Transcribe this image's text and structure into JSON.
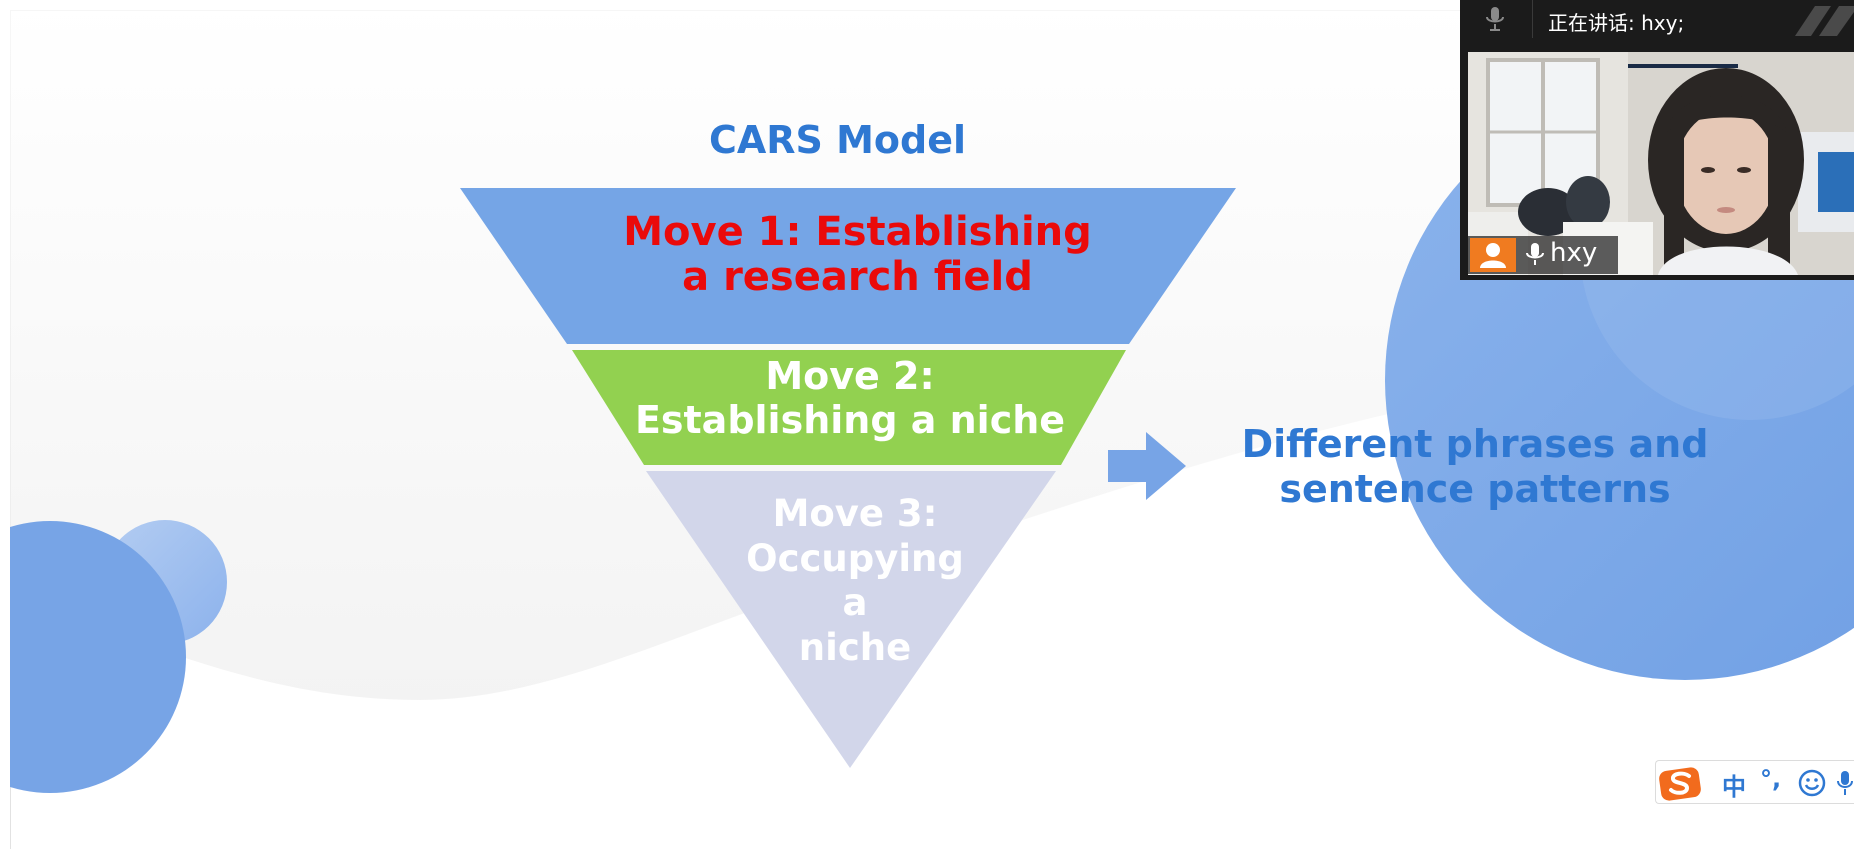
{
  "slide": {
    "title": "CARS Model",
    "moves": [
      {
        "line1": "Move 1: Establishing",
        "line2": "a research field",
        "color": "#75a5e6",
        "text_color": "#ea0a0a"
      },
      {
        "line1": "Move 2:",
        "line2": "Establishing a niche",
        "color": "#92d150",
        "text_color": "#ffffff"
      },
      {
        "line1": "Move 3:",
        "line2": "Occupying",
        "line3": "a",
        "line4": "niche",
        "color": "#d2d6ea",
        "text_color": "#ffffff"
      }
    ],
    "result": {
      "line1": "Different phrases and",
      "line2": "sentence patterns"
    },
    "accent_color": "#2f78d2",
    "shape_color": "#77a4e6"
  },
  "meeting": {
    "speaking_label": "正在讲话: hxy;",
    "participant_name": "hxy",
    "avatar_color": "#f07b20"
  },
  "ime": {
    "language": "中",
    "punctuation": "°,",
    "logo_color": "#f26b1d"
  }
}
